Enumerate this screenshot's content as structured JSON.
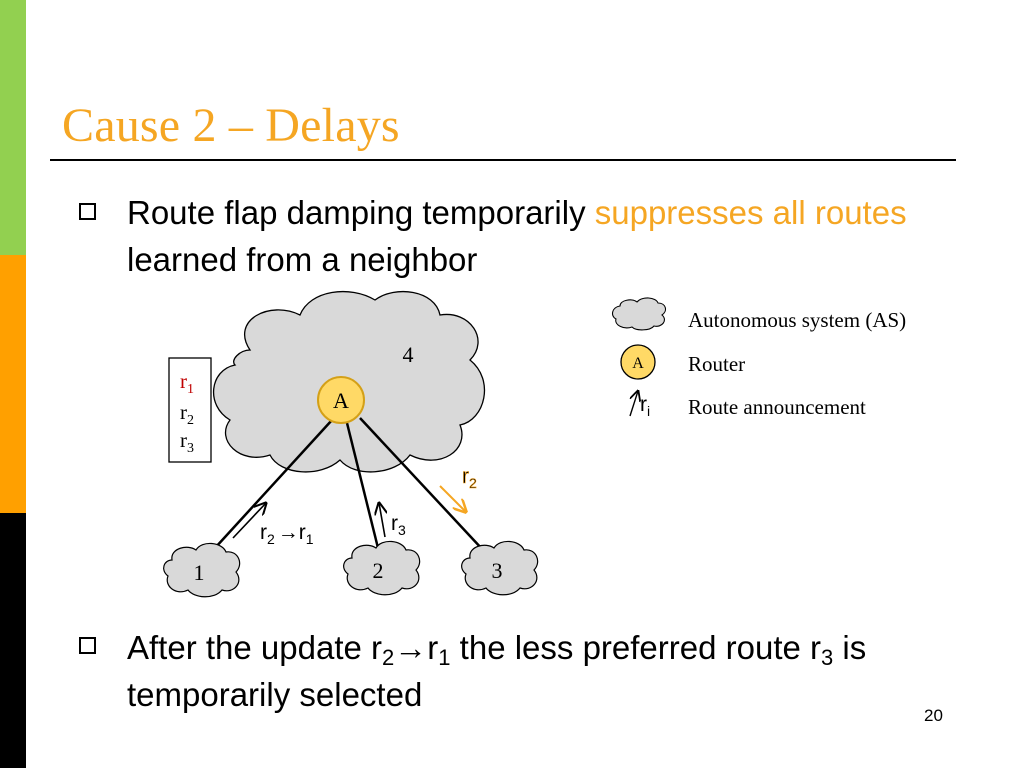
{
  "slide": {
    "title": "Cause 2 – Delays",
    "page_number": "20"
  },
  "bullets": [
    {
      "text_before": "Route flap damping temporarily ",
      "highlight": "suppresses all routes",
      "text_after": " learned from a neighbor"
    },
    {
      "text_a": "After the update r",
      "sub_a": "2",
      "arrow": "→",
      "text_b": "r",
      "sub_b": "1",
      "text_c": " the less preferred route r",
      "sub_c": "3",
      "text_d": " is temporarily selected"
    }
  ],
  "diagram": {
    "big_as_label": "4",
    "router_label": "A",
    "small_as": [
      {
        "label": "1"
      },
      {
        "label": "2"
      },
      {
        "label": "3"
      }
    ],
    "route_table": [
      {
        "base": "r",
        "sub": "1",
        "color": "#c00000"
      },
      {
        "base": "r",
        "sub": "2",
        "color": "#000000"
      },
      {
        "base": "r",
        "sub": "3",
        "color": "#000000"
      }
    ],
    "announce_1": {
      "a": "r",
      "a_sub": "2",
      "arrow": "→",
      "b": "r",
      "b_sub": "1"
    },
    "announce_2": {
      "a": "r",
      "a_sub": "3"
    },
    "announce_3": {
      "a": "r",
      "a_sub": "2"
    },
    "colors": {
      "cloud_fill": "#d9d9d9",
      "router_fill": "#ffd966",
      "router_stroke": "#d4a017",
      "highlight": "#f5a623",
      "route_red": "#c00000"
    }
  },
  "legend": {
    "as_label": "Autonomous system (AS)",
    "router_symbol": "A",
    "router_label": "Router",
    "route_symbol": "r",
    "route_symbol_sub": "i",
    "route_label": "Route announcement"
  }
}
